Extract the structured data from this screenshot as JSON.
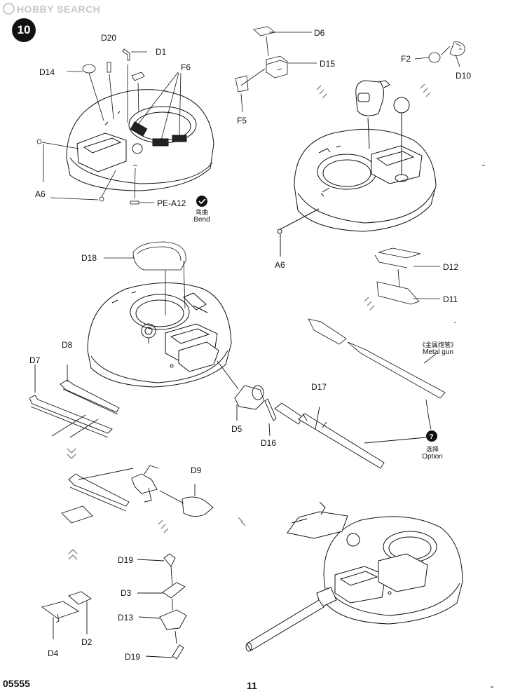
{
  "watermark": "HOBBY SEARCH",
  "step_number": "10",
  "labels": {
    "D20": "D20",
    "D1": "D1",
    "D14": "D14",
    "F6": "F6",
    "A6_left": "A6",
    "PE_A12": "PE-A12",
    "D6": "D6",
    "D15": "D15",
    "F5": "F5",
    "F2": "F2",
    "D10": "D10",
    "A6_right": "A6",
    "D18": "D18",
    "D12": "D12",
    "D11": "D11",
    "D8": "D8",
    "D7": "D7",
    "D17": "D17",
    "D5": "D5",
    "D16": "D16",
    "D9": "D9",
    "D19_top": "D19",
    "D3": "D3",
    "D13": "D13",
    "D19_bottom": "D19",
    "D2": "D2",
    "D4": "D4"
  },
  "bend": {
    "cn": "弯曲",
    "en": "Bend"
  },
  "metal_gun": {
    "cn": "《金属炮管》",
    "en": "Metal gun"
  },
  "option": {
    "cn": "选择",
    "en": "Option"
  },
  "footer": {
    "code": "05555",
    "page": "11"
  }
}
